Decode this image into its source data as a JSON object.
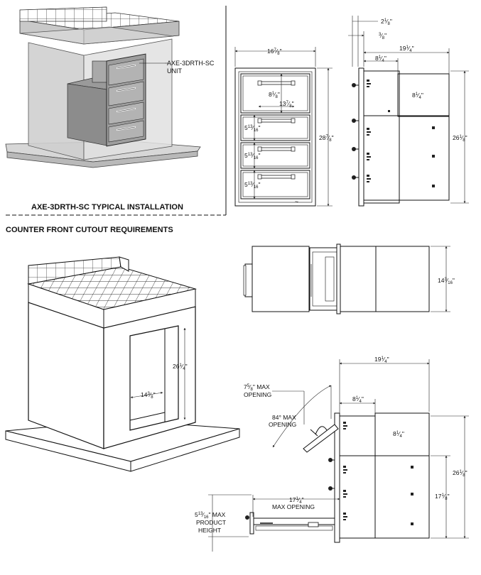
{
  "labels": {
    "unit_callout_line1": "AXE-3DRTH-SC",
    "unit_callout_line2": "UNIT",
    "installation_caption": "AXE-3DRTH-SC TYPICAL INSTALLATION",
    "cutout_heading": "COUNTER FRONT CUTOUT REQUIREMENTS",
    "max_opening_top_line1": "MAX",
    "max_opening_top_line2": "OPENING",
    "max_opening_angle_line1": "84° MAX",
    "max_opening_angle_line2": "OPENING",
    "max_opening_bottom": "MAX OPENING",
    "product_height_line1": "MAX",
    "product_height_line2": "PRODUCT",
    "product_height_line3": "HEIGHT",
    "brand_mark": "~"
  },
  "dims": {
    "front_width": {
      "whole": "16",
      "num": "7",
      "den": "8"
    },
    "front_height": {
      "whole": "28",
      "num": "7",
      "den": "8"
    },
    "top_drawer_height": {
      "whole": "8",
      "num": "1",
      "den": "8"
    },
    "handle_width": {
      "whole": "13",
      "num": "7",
      "den": "8"
    },
    "drawer_height": {
      "whole": "5",
      "num": "13",
      "den": "16"
    },
    "side_flange": {
      "whole": "2",
      "num": "1",
      "den": "8"
    },
    "side_lip": {
      "whole": "",
      "num": "3",
      "den": "8"
    },
    "side_eighth": {
      "whole": "8",
      "num": "1",
      "den": "4"
    },
    "side_depth": {
      "whole": "19",
      "num": "1",
      "den": "4"
    },
    "side_box": {
      "whole": "8",
      "num": "1",
      "den": "4"
    },
    "side_height": {
      "whole": "26",
      "num": "1",
      "den": "8"
    },
    "top_view_depth": {
      "whole": "14",
      "num": "3",
      "den": "16"
    },
    "cutout_height": {
      "whole": "26",
      "num": "1",
      "den": "4"
    },
    "cutout_width": {
      "whole": "14",
      "num": "3",
      "den": "8"
    },
    "bottom_depth": {
      "whole": "19",
      "num": "1",
      "den": "4"
    },
    "bottom_top_offset": {
      "whole": "8",
      "num": "1",
      "den": "4"
    },
    "bottom_box": {
      "whole": "8",
      "num": "1",
      "den": "4"
    },
    "bottom_height": {
      "whole": "26",
      "num": "1",
      "den": "8"
    },
    "bottom_lower": {
      "whole": "17",
      "num": "1",
      "den": "8"
    },
    "max_opening_top": {
      "whole": "7",
      "num": "5",
      "den": "8"
    },
    "max_opening_bottom": {
      "whole": "17",
      "num": "1",
      "den": "4"
    },
    "product_height": {
      "whole": "5",
      "num": "13",
      "den": "16"
    }
  }
}
